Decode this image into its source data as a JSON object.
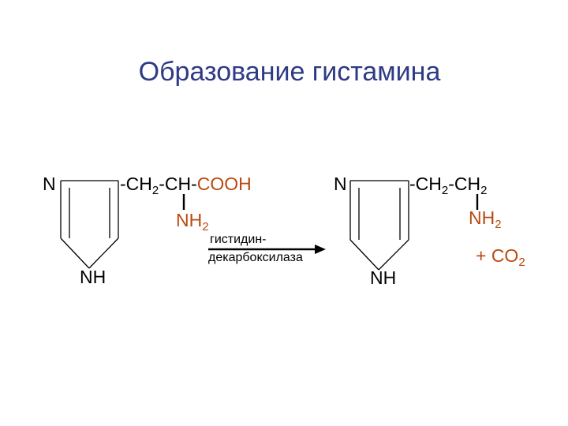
{
  "title": "Образование гистамина",
  "colors": {
    "title": "#2e3a85",
    "red": "#b84a10",
    "black": "#000000",
    "lines": "#000000"
  },
  "left_molecule": {
    "ring_n": "N",
    "ring_nh": "NH",
    "chain_dash_ch": "-CH",
    "chain_sub_1": "2",
    "chain_rest": "-CH-",
    "chain_cooh": "COOH",
    "amine_nh": "NH",
    "amine_sub": "2"
  },
  "reaction": {
    "enzyme_line1": "гистидин-",
    "enzyme_line2": "декарбоксилаза",
    "arrow": "right-arrow"
  },
  "right_molecule": {
    "ring_n": "N",
    "ring_nh": "NH",
    "chain_dash_ch": "-CH",
    "chain_sub_1": "2",
    "chain_rest": "-CH",
    "chain_sub_2": "2",
    "amine_nh": "NH",
    "amine_sub": "2"
  },
  "byproduct": {
    "plus_co": "+ CO",
    "sub": "2"
  }
}
